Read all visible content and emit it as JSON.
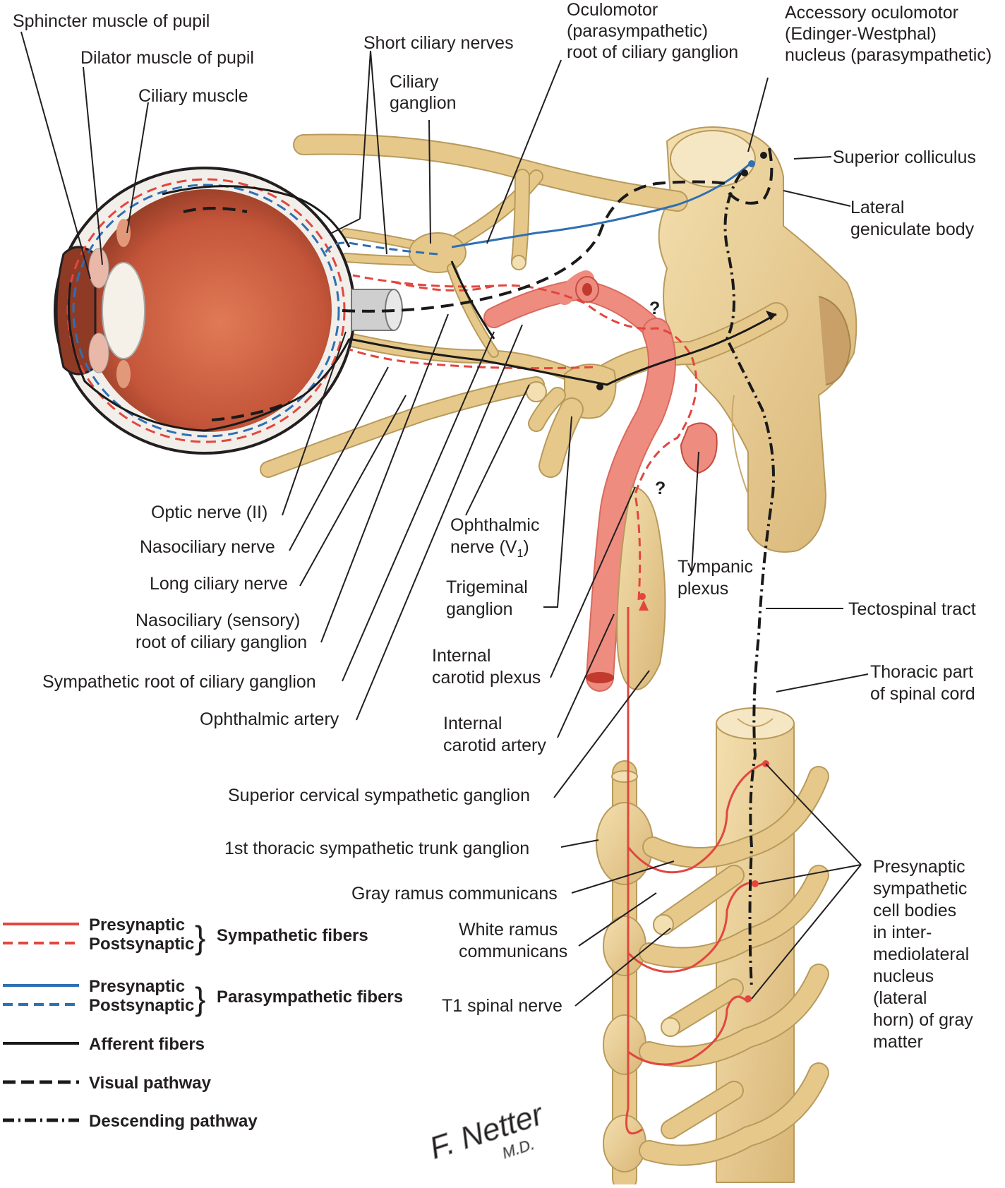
{
  "labels": {
    "sphincter": "Sphincter muscle of pupil",
    "dilator": "Dilator muscle of pupil",
    "ciliary_muscle": "Ciliary muscle",
    "short_ciliary": "Short ciliary nerves",
    "ciliary_ganglion_1": "Ciliary",
    "ciliary_ganglion_2": "ganglion",
    "oculomotor_1": "Oculomotor",
    "oculomotor_2": "(parasympathetic)",
    "oculomotor_3": "root of ciliary ganglion",
    "accessory_1": "Accessory oculomotor",
    "accessory_2": "(Edinger-Westphal)",
    "accessory_3": "nucleus (parasympathetic)",
    "superior_colliculus": "Superior colliculus",
    "lgb_1": "Lateral",
    "lgb_2": "geniculate body",
    "optic_nerve": "Optic nerve (II)",
    "nasociliary_nerve": "Nasociliary nerve",
    "long_ciliary": "Long ciliary nerve",
    "nasociliary_root_1": "Nasociliary (sensory)",
    "nasociliary_root_2": "root of ciliary ganglion",
    "sympathetic_root": "Sympathetic root of ciliary ganglion",
    "ophthalmic_artery": "Ophthalmic artery",
    "ophthalmic_nerve_1": "Ophthalmic",
    "ophthalmic_nerve_2": "nerve (V",
    "ophthalmic_nerve_sub": "1",
    "ophthalmic_nerve_3": ")",
    "trigeminal_1": "Trigeminal",
    "trigeminal_2": "ganglion",
    "tympanic_1": "Tympanic",
    "tympanic_2": "plexus",
    "tectospinal": "Tectospinal tract",
    "icp_1": "Internal",
    "icp_2": "carotid plexus",
    "ica_1": "Internal",
    "ica_2": "carotid artery",
    "thoracic_1": "Thoracic part",
    "thoracic_2": "of spinal cord",
    "superior_cervical": "Superior cervical sympathetic ganglion",
    "first_thoracic": "1st thoracic sympathetic trunk ganglion",
    "gray_ramus": "Gray ramus communicans",
    "white_ramus_1": "White ramus",
    "white_ramus_2": "communicans",
    "t1_nerve": "T1 spinal nerve",
    "presyn_cells_1": "Presynaptic",
    "presyn_cells_2": "sympathetic",
    "presyn_cells_3": "cell bodies",
    "presyn_cells_4": "in inter-",
    "presyn_cells_5": "mediolateral",
    "presyn_cells_6": "nucleus",
    "presyn_cells_7": "(lateral",
    "presyn_cells_8": "horn) of gray",
    "presyn_cells_9": "matter",
    "question_1": "?",
    "question_2": "?",
    "signature_1": "F. Netter",
    "signature_2": "M.D."
  },
  "legend": {
    "sym_pre": "Presynaptic",
    "sym_post": "Postsynaptic",
    "sym_group": "Sympathetic fibers",
    "para_pre": "Presynaptic",
    "para_post": "Postsynaptic",
    "para_group": "Parasympathetic fibers",
    "afferent": "Afferent fibers",
    "visual": "Visual pathway",
    "descending": "Descending pathway"
  },
  "colors": {
    "sympathetic": "#e2463f",
    "parasympathetic": "#2f6fb3",
    "afferent": "#1a1a1a",
    "nerve_fill": "#e6c98a",
    "eye_interior": "#c8553a",
    "artery": "#ee8c80"
  }
}
